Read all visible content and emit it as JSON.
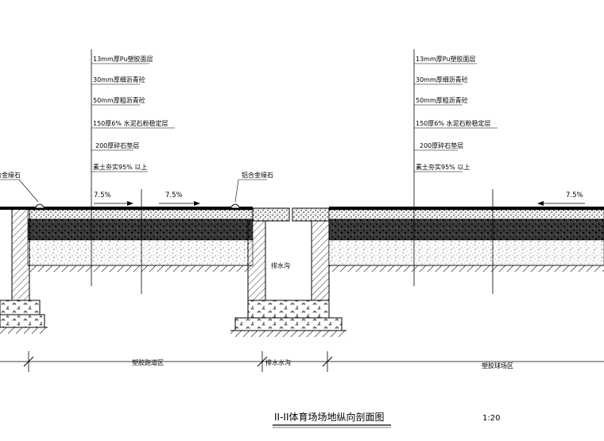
{
  "callouts_left": [
    "13mm厚Pu塑胶面层",
    "30mm厚细沥青砼",
    "50mm厚粗沥青砼",
    "150厚6% 水泥石粉稳定层",
    "200厚碎石垫层",
    "素土夯实95% 以上"
  ],
  "callouts_right": [
    "13mm厚Pu塑胶面层",
    "30mm厚细沥青砼",
    "50mm厚粗沥青砼",
    "150厚6% 水泥石粉稳定层",
    "200厚碎石垫层",
    "素土夯实95% 以上"
  ],
  "curb_label_left": "铝合金缘石",
  "curb_label_right": "铝合金缘石",
  "slopes": [
    "7.5%",
    "7.5%",
    "7.5%"
  ],
  "trench_label": "排水沟",
  "dimension_labels": [
    "塑胶跑道区",
    "排水水沟",
    "塑胶球场区"
  ],
  "title": "II-II体育场场地纵向剖面图",
  "scale": "1:20"
}
